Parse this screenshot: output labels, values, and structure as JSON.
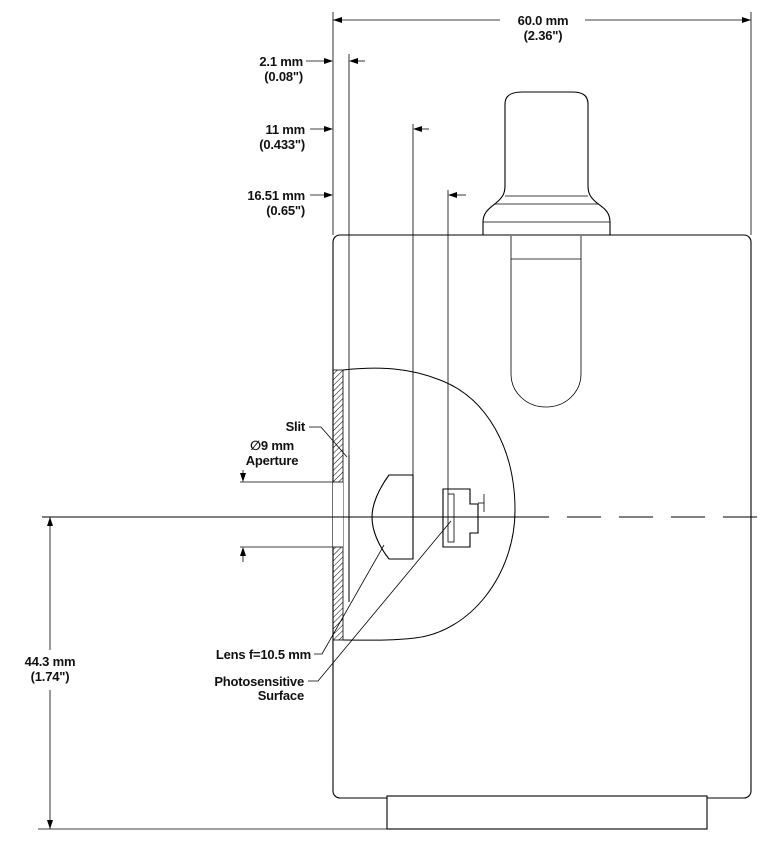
{
  "dimensions": {
    "width_total": {
      "metric": "60.0 mm",
      "imperial": "(2.36\")"
    },
    "slit_offset": {
      "metric": "2.1 mm",
      "imperial": "(0.08\")"
    },
    "lens_offset": {
      "metric": "11 mm",
      "imperial": "(0.433\")"
    },
    "surface_offset": {
      "metric": "16.51 mm",
      "imperial": "(0.65\")"
    },
    "optical_axis_height": {
      "metric": "44.3 mm",
      "imperial": "(1.74\")"
    }
  },
  "labels": {
    "slit": "Slit",
    "aperture_line1": "∅9 mm",
    "aperture_line2": "Aperture",
    "lens": "Lens f=10.5 mm",
    "photosensitive_line1": "Photosensitive",
    "photosensitive_line2": "Surface"
  }
}
